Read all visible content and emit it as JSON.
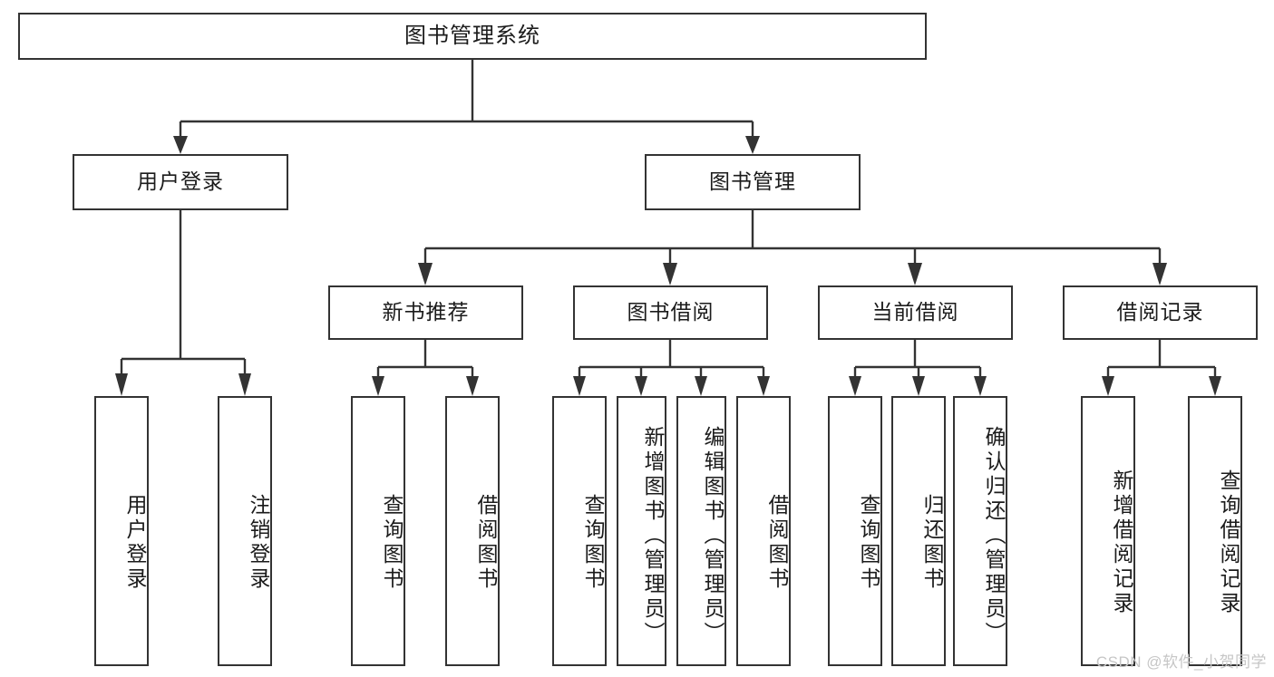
{
  "diagram": {
    "title": "图书管理系统",
    "watermark": "CSDN @软件_小贺同学",
    "colors": {
      "stroke": "#333333",
      "fill": "#ffffff",
      "text": "#1b1b1b",
      "watermark": "#c6c6c6"
    },
    "levels": {
      "root": {
        "label": "图书管理系统"
      },
      "level2": [
        {
          "label": "用户登录"
        },
        {
          "label": "图书管理"
        }
      ],
      "level3": [
        {
          "label": "新书推荐"
        },
        {
          "label": "图书借阅"
        },
        {
          "label": "当前借阅"
        },
        {
          "label": "借阅记录"
        }
      ],
      "leaves": {
        "user_login": [
          {
            "label": "用户登录"
          },
          {
            "label": "注销登录"
          }
        ],
        "new_book": [
          {
            "label": "查询图书"
          },
          {
            "label": "借阅图书"
          }
        ],
        "book_borrow": [
          {
            "label": "查询图书"
          },
          {
            "label": "新增图书（管理员）"
          },
          {
            "label": "编辑图书（管理员）"
          },
          {
            "label": "借阅图书"
          }
        ],
        "current_borrow": [
          {
            "label": "查询图书"
          },
          {
            "label": "归还图书"
          },
          {
            "label": "确认归还（管理员）"
          }
        ],
        "borrow_record": [
          {
            "label": "新增借阅记录"
          },
          {
            "label": "查询借阅记录"
          }
        ]
      }
    }
  },
  "chart_data": {
    "type": "table",
    "title": "图书管理系统",
    "nodes": [
      {
        "id": "root",
        "label": "图书管理系统",
        "parent": null,
        "level": 0
      },
      {
        "id": "n1",
        "label": "用户登录",
        "parent": "root",
        "level": 1
      },
      {
        "id": "n2",
        "label": "图书管理",
        "parent": "root",
        "level": 1
      },
      {
        "id": "n1a",
        "label": "用户登录",
        "parent": "n1",
        "level": 2
      },
      {
        "id": "n1b",
        "label": "注销登录",
        "parent": "n1",
        "level": 2
      },
      {
        "id": "n2a",
        "label": "新书推荐",
        "parent": "n2",
        "level": 2
      },
      {
        "id": "n2b",
        "label": "图书借阅",
        "parent": "n2",
        "level": 2
      },
      {
        "id": "n2c",
        "label": "当前借阅",
        "parent": "n2",
        "level": 2
      },
      {
        "id": "n2d",
        "label": "借阅记录",
        "parent": "n2",
        "level": 2
      },
      {
        "id": "n2a1",
        "label": "查询图书",
        "parent": "n2a",
        "level": 3
      },
      {
        "id": "n2a2",
        "label": "借阅图书",
        "parent": "n2a",
        "level": 3
      },
      {
        "id": "n2b1",
        "label": "查询图书",
        "parent": "n2b",
        "level": 3
      },
      {
        "id": "n2b2",
        "label": "新增图书（管理员）",
        "parent": "n2b",
        "level": 3
      },
      {
        "id": "n2b3",
        "label": "编辑图书（管理员）",
        "parent": "n2b",
        "level": 3
      },
      {
        "id": "n2b4",
        "label": "借阅图书",
        "parent": "n2b",
        "level": 3
      },
      {
        "id": "n2c1",
        "label": "查询图书",
        "parent": "n2c",
        "level": 3
      },
      {
        "id": "n2c2",
        "label": "归还图书",
        "parent": "n2c",
        "level": 3
      },
      {
        "id": "n2c3",
        "label": "确认归还（管理员）",
        "parent": "n2c",
        "level": 3
      },
      {
        "id": "n2d1",
        "label": "新增借阅记录",
        "parent": "n2d",
        "level": 3
      },
      {
        "id": "n2d2",
        "label": "查询借阅记录",
        "parent": "n2d",
        "level": 3
      }
    ]
  }
}
